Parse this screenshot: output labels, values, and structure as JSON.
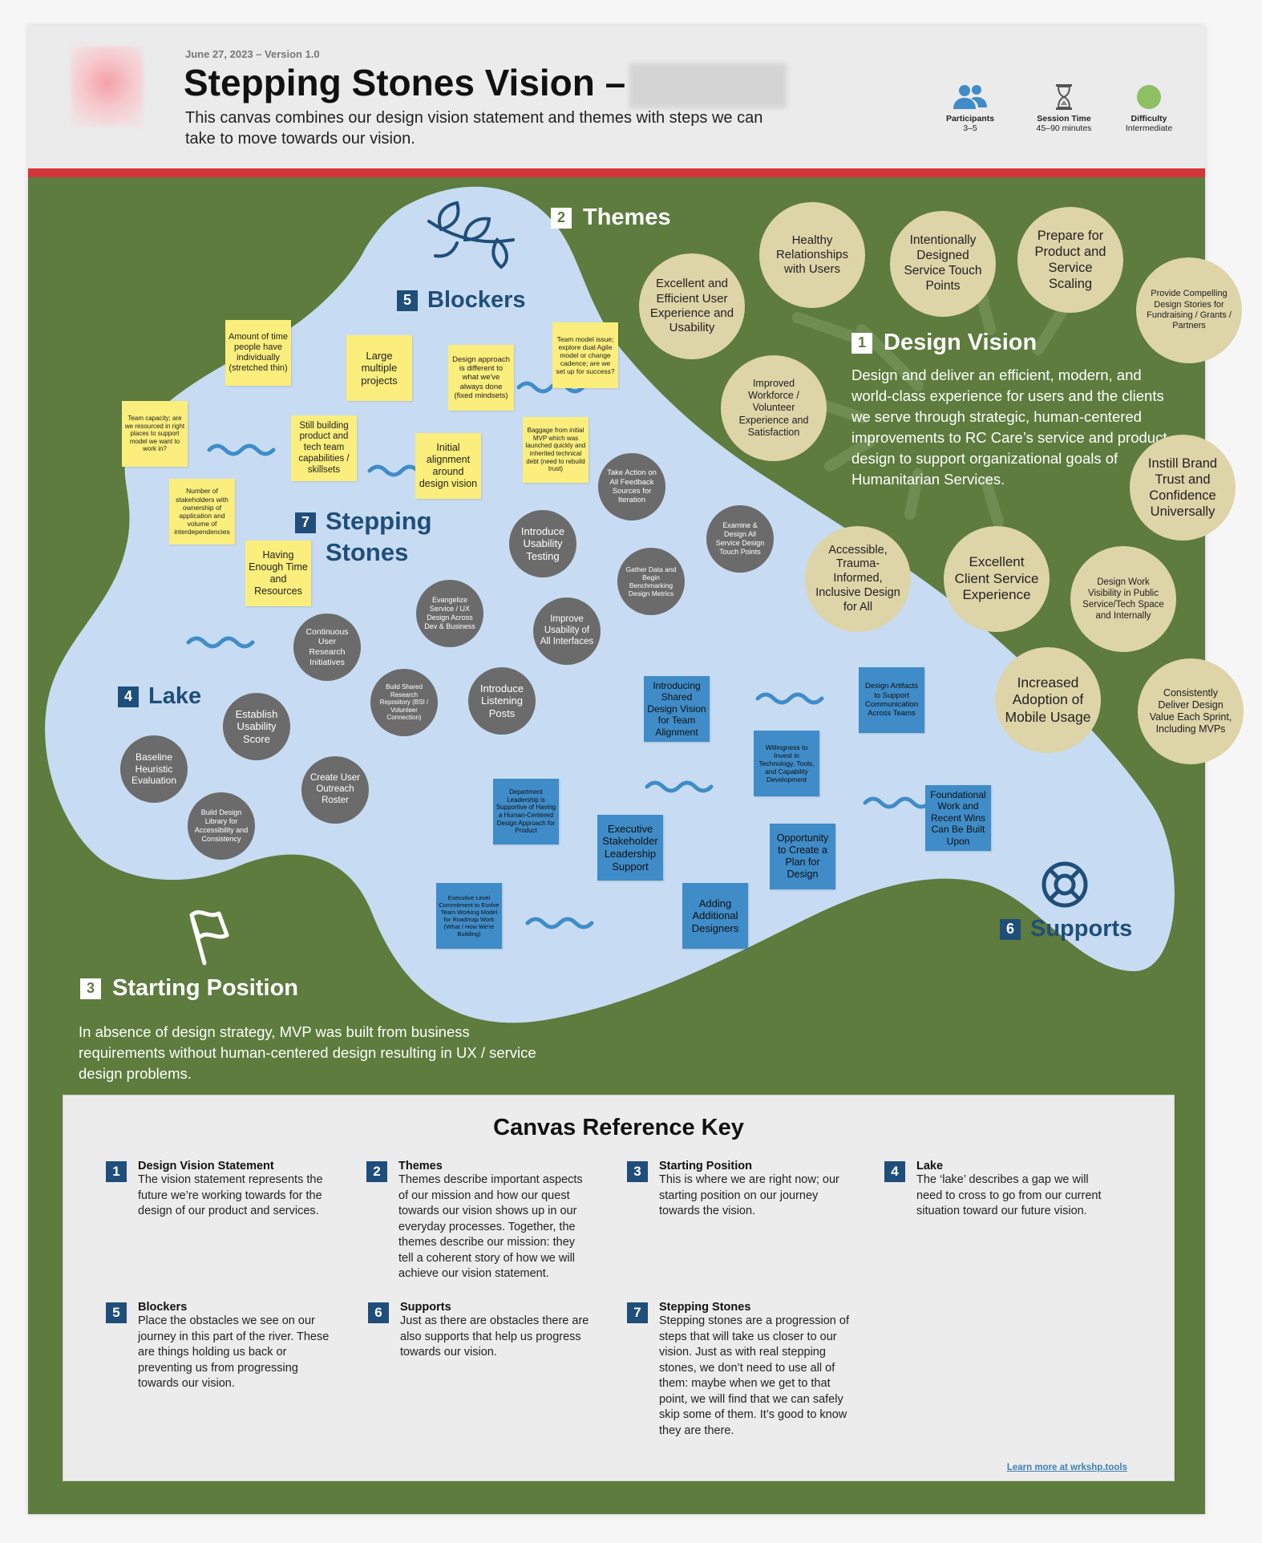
{
  "header": {
    "date": "June 27, 2023 – Version 1.0",
    "title": "Stepping Stones Vision –",
    "subtitle": "This canvas combines our design vision statement and themes with steps we can take to move towards our vision.",
    "meta": [
      {
        "icon": "people-icon",
        "label": "Participants",
        "value": "3–5"
      },
      {
        "icon": "hourglass-icon",
        "label": "Session Time",
        "value": "45–90 minutes"
      },
      {
        "icon": "difficulty-dot-icon",
        "label": "Difficulty",
        "value": "Intermediate"
      }
    ]
  },
  "colors": {
    "forest": "#5d7c3d",
    "lake": "#c7dcf2",
    "red": "#d63338",
    "navy": "#1f4e7a",
    "sticky": "#fbee7c",
    "stone": "#6b6b6b",
    "theme": "#ddd4a8",
    "support": "#3f8cc8"
  },
  "sections": {
    "themes": {
      "num": "2",
      "title": "Themes"
    },
    "blockers": {
      "num": "5",
      "title": "Blockers"
    },
    "stepping": {
      "num": "7",
      "title_l1": "Stepping",
      "title_l2": "Stones"
    },
    "lake": {
      "num": "4",
      "title": "Lake"
    },
    "supports": {
      "num": "6",
      "title": "Supports"
    },
    "vision": {
      "num": "1",
      "title": "Design Vision",
      "text": "Design and deliver an efficient, modern, and world-class experience for users and the clients we serve through strategic, human-centered improvements to RC Care’s service and product design to support organizational goals of Humanitarian Services."
    },
    "start": {
      "num": "3",
      "title": "Starting Position",
      "text": "In absence of design strategy, MVP was built from business requirements without human-centered design resulting in UX / service design problems."
    }
  },
  "blockers": [
    "Amount of time people have individually (stretched thin)",
    "Large multiple projects",
    "Design approach is different to what we've always done (fixed mindsets)",
    "Team model issue; explore dual Agile model or change cadence; are we set up for success?",
    "Team capacity; are we resourced in right places to support model we want to work in?",
    "Still building product and tech team capabilities / skillsets",
    "Initial alignment around design vision",
    "Baggage from initial MVP which was launched quickly and inherited technical debt (need to rebuild trust)",
    "Number of stakeholders with ownership of application and volume of interdependencies",
    "Having Enough Time and Resources"
  ],
  "stones": [
    "Take Action on All Feedback Sources for Iteration",
    "Introduce Usability Testing",
    "Examine & Design All Service Design Touch Points",
    "Gather Data and Begin Benchmarking Design Metrics",
    "Evangelize Service / UX Design Across Dev & Business",
    "Improve Usability of All Interfaces",
    "Continuous User Research Initiatives",
    "Build Shared Research Repository (BSI / Volunteer Connection)",
    "Introduce Listening Posts",
    "Establish Usability Score",
    "Baseline Heuristic Evaluation",
    "Create User Outreach Roster",
    "Build Design Library for Accessibility and Consistency"
  ],
  "supports": [
    "Introducing Shared Design Vision for Team Alignment",
    "Design Artifacts to Support Communication Across Teams",
    "Willingness to Invest in Technology, Tools, and Capability Development",
    "Department Leadership is Supportive of Having a Human-Centered Design Approach for Product",
    "Executive Stakeholder Leadership Support",
    "Opportunity to Create a Plan for Design",
    "Foundational Work and Recent Wins Can Be Built Upon",
    "Executive Level Commitment to Evolve Team Working Model for Roadmap Work (What / How We're Building)",
    "Adding Additional Designers"
  ],
  "themes": [
    "Excellent and Efficient User Experience and Usability",
    "Healthy Relationships with Users",
    "Intentionally Designed Service Touch Points",
    "Prepare for Product and Service Scaling",
    "Provide Compelling Design Stories for Fundraising / Grants / Partners",
    "Improved Workforce / Volunteer Experience and Satisfaction",
    "Instill Brand Trust and Confidence Universally",
    "Accessible, Trauma-Informed, Inclusive Design for All",
    "Excellent Client Service Experience",
    "Design Work Visibility in Public Service/Tech Space and Internally",
    "Increased Adoption of Mobile Usage",
    "Consistently Deliver Design Value Each Sprint, Including MVPs"
  ],
  "key": {
    "title": "Canvas Reference Key",
    "items": [
      {
        "num": "1",
        "title": "Design Vision Statement",
        "body": "The vision statement represents the future we’re working towards for the design of our product and services."
      },
      {
        "num": "2",
        "title": "Themes",
        "body": "Themes describe important aspects of our mission and how our quest towards our vision shows up in our everyday processes. Together, the themes describe our mission: they tell a coherent story of how we will achieve our vision statement."
      },
      {
        "num": "3",
        "title": "Starting Position",
        "body": "This is where we are right now; our starting position on our journey towards the vision."
      },
      {
        "num": "4",
        "title": "Lake",
        "body": "The ‘lake’ describes a gap we will need to cross to go from our current situation toward our future vision."
      },
      {
        "num": "5",
        "title": "Blockers",
        "body": "Place the obstacles we see on our journey in this part of the river. These are things holding us back or preventing us from progressing towards our vision."
      },
      {
        "num": "6",
        "title": "Supports",
        "body": "Just as there are obstacles there are also supports that help us progress towards our vision."
      },
      {
        "num": "7",
        "title": "Stepping Stones",
        "body": "Stepping stones are a progression of steps that will take us closer to our vision. Just as with real stepping stones, we don’t need to use all of them: maybe when we get to that point, we will find that we can safely skip some of them. It’s good to know they are there."
      }
    ],
    "link": "Learn more at wrkshp.tools"
  }
}
